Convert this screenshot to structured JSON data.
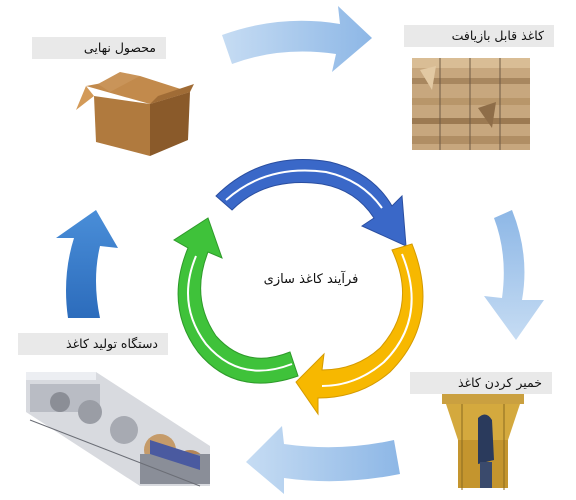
{
  "diagram": {
    "center_title": "فرآیند کاغذ سازی",
    "stages": {
      "final_product": "محصول نهایی",
      "recyclable_paper": "کاغذ قابل بازیافت",
      "pulping": "خمیر کردن کاغذ",
      "paper_machine": "دستگاه تولید کاغذ"
    },
    "colors": {
      "outer_arrow_light": "#9fc3ea",
      "outer_arrow_dark": "#3d7cc9",
      "inner_blue": "#3a68c8",
      "inner_yellow": "#f7b800",
      "inner_green": "#3fc23a",
      "label_bg": "#e9e9e9"
    },
    "icons": [
      "cardboard-box-icon",
      "paper-bale-icon",
      "pulper-tank-icon",
      "paper-machine-icon"
    ]
  }
}
